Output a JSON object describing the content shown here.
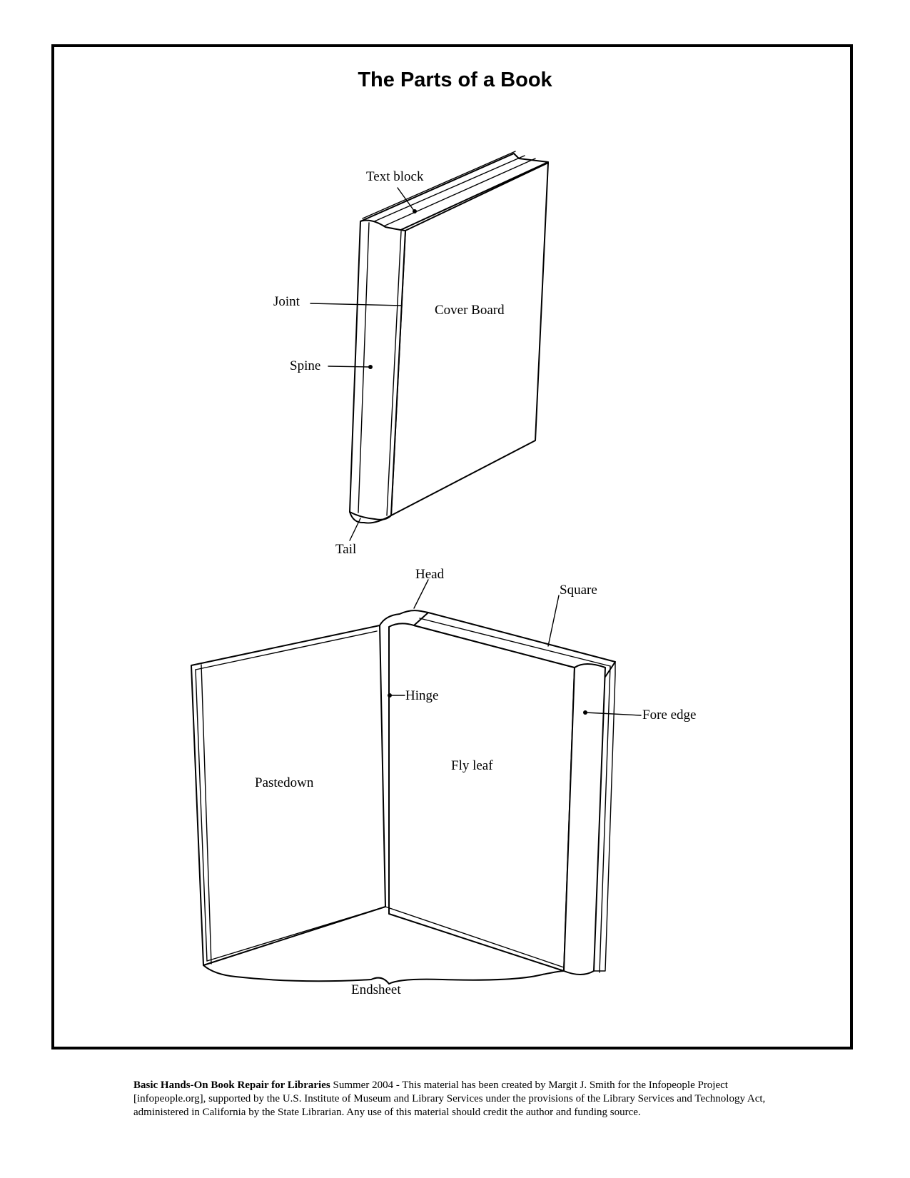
{
  "title": "The Parts of a Book",
  "labels": {
    "text_block": "Text block",
    "joint": "Joint",
    "cover_board": "Cover Board",
    "spine": "Spine",
    "tail": "Tail",
    "head": "Head",
    "square": "Square",
    "hinge": "Hinge",
    "fore_edge": "Fore edge",
    "fly_leaf": "Fly leaf",
    "pastedown": "Pastedown",
    "endsheet": "Endsheet"
  },
  "footer": {
    "bold": "Basic Hands-On Book Repair for Libraries",
    "text": " Summer 2004 - This material has been created by Margit J. Smith for the Infopeople Project [infopeople.org], supported by the U.S. Institute of Museum and Library Services under the provisions of the Library Services and Technology Act, administered in California by the State Librarian.  Any use of this material should credit the author and funding source."
  },
  "illustrations": {
    "closed_book": "closed-book-illustration",
    "open_book": "open-book-illustration"
  }
}
